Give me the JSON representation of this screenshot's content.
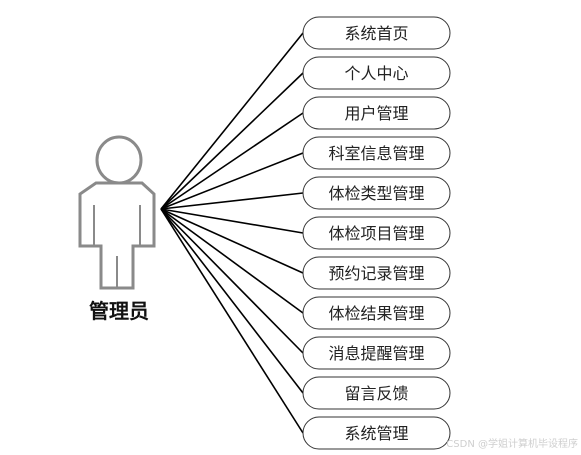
{
  "actor": {
    "icon": "person-icon",
    "label": "管理员"
  },
  "use_cases": [
    {
      "label": "系统首页"
    },
    {
      "label": "个人中心"
    },
    {
      "label": "用户管理"
    },
    {
      "label": "科室信息管理"
    },
    {
      "label": "体检类型管理"
    },
    {
      "label": "体检项目管理"
    },
    {
      "label": "预约记录管理"
    },
    {
      "label": "体检结果管理"
    },
    {
      "label": "消息提醒管理"
    },
    {
      "label": "留言反馈"
    },
    {
      "label": "系统管理"
    }
  ],
  "watermark": "CSDN @学姐计算机毕设程序"
}
